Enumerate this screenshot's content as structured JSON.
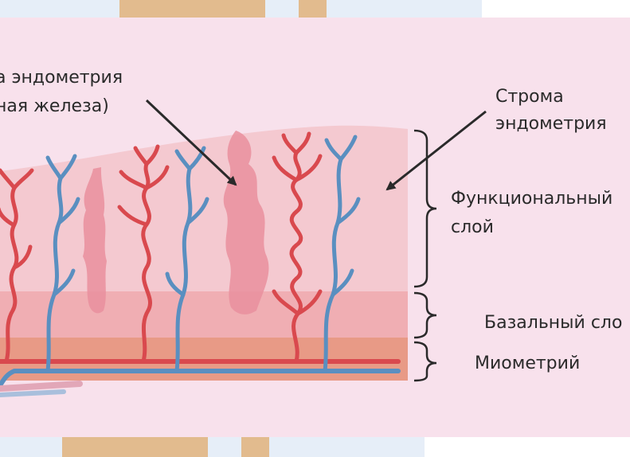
{
  "labels": {
    "gland": [
      "а эндометрия",
      "ная железа)"
    ],
    "stroma": [
      "Строма",
      "эндометрия"
    ],
    "functional_layer": [
      "Функциональный",
      "слой"
    ],
    "basal_layer": "Базальный сло",
    "myometrium": "Миометрий"
  },
  "colors": {
    "panel_bg": "#f8e1ec",
    "functional": "#f4c9d0",
    "basal": "#f0aeb3",
    "myometrium": "#e89a86",
    "artery": "#d9494e",
    "vein": "#5a8fc0",
    "gland": "#e98f9e",
    "frame_tan": "#e2bb8e",
    "frame_blue": "#e6eef8"
  }
}
